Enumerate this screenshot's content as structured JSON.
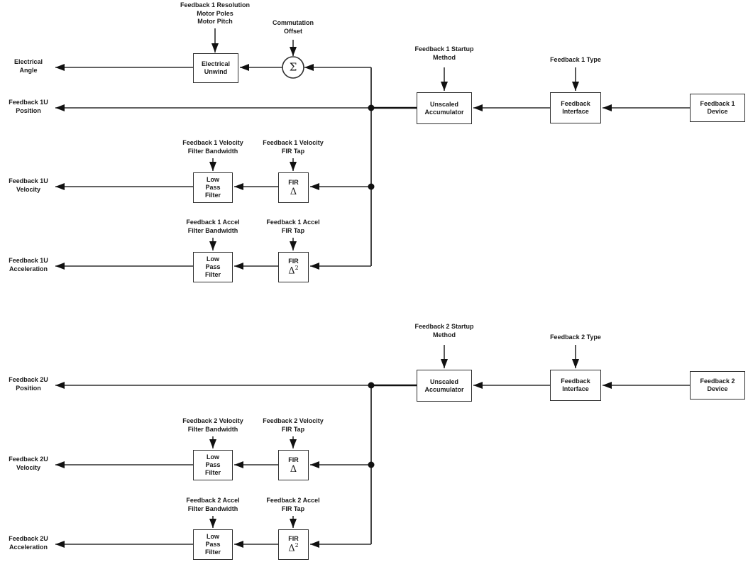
{
  "colors": {
    "background": "#ffffff",
    "line": "#2f2f2f",
    "text": "#1a1a1a"
  },
  "shared": {
    "lpf": {
      "l1": "Low",
      "l2": "Pass",
      "l3": "Filter"
    },
    "fir_title": "FIR",
    "delta": "Δ",
    "delta_sup": "2",
    "sigma": "Σ"
  },
  "fb1": {
    "outputs": {
      "electrical": {
        "l1": "Electrical",
        "l2": "Angle"
      },
      "position": {
        "l1": "Feedback 1U",
        "l2": "Position"
      },
      "velocity": {
        "l1": "Feedback 1U",
        "l2": "Velocity"
      },
      "acceleration": {
        "l1": "Feedback 1U",
        "l2": "Acceleration"
      }
    },
    "params": {
      "resolution": {
        "l1": "Feedback 1 Resolution",
        "l2": "Motor Poles",
        "l3": "Motor Pitch"
      },
      "commutation": {
        "l1": "Commutation",
        "l2": "Offset"
      },
      "startup": {
        "l1": "Feedback 1 Startup",
        "l2": "Method"
      },
      "type": {
        "l1": "Feedback 1 Type"
      },
      "vel_filter": {
        "l1": "Feedback 1 Velocity",
        "l2": "Filter Bandwidth"
      },
      "vel_fir": {
        "l1": "Feedback 1 Velocity",
        "l2": "FIR Tap"
      },
      "acc_filter": {
        "l1": "Feedback 1 Accel",
        "l2": "Filter Bandwidth"
      },
      "acc_fir": {
        "l1": "Feedback 1 Accel",
        "l2": "FIR Tap"
      }
    },
    "boxes": {
      "electrical_unwind": {
        "l1": "Electrical",
        "l2": "Unwind"
      },
      "accumulator": {
        "l1": "Unscaled",
        "l2": "Accumulator"
      },
      "interface": {
        "l1": "Feedback",
        "l2": "Interface"
      },
      "device": {
        "l1": "Feedback 1",
        "l2": "Device"
      }
    }
  },
  "fb2": {
    "outputs": {
      "position": {
        "l1": "Feedback 2U",
        "l2": "Position"
      },
      "velocity": {
        "l1": "Feedback 2U",
        "l2": "Velocity"
      },
      "acceleration": {
        "l1": "Feedback 2U",
        "l2": "Acceleration"
      }
    },
    "params": {
      "startup": {
        "l1": "Feedback 2 Startup",
        "l2": "Method"
      },
      "type": {
        "l1": "Feedback 2 Type"
      },
      "vel_filter": {
        "l1": "Feedback 2 Velocity",
        "l2": "Filter Bandwidth"
      },
      "vel_fir": {
        "l1": "Feedback 2 Velocity",
        "l2": "FIR Tap"
      },
      "acc_filter": {
        "l1": "Feedback 2 Accel",
        "l2": "Filter Bandwidth"
      },
      "acc_fir": {
        "l1": "Feedback 2 Accel",
        "l2": "FIR Tap"
      }
    },
    "boxes": {
      "accumulator": {
        "l1": "Unscaled",
        "l2": "Accumulator"
      },
      "interface": {
        "l1": "Feedback",
        "l2": "Interface"
      },
      "device": {
        "l1": "Feedback 2",
        "l2": "Device"
      }
    }
  }
}
